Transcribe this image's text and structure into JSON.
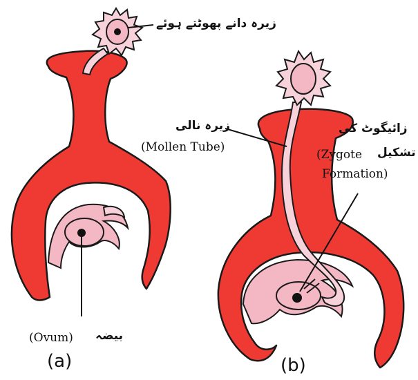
{
  "figure": {
    "panel_a": {
      "caption": "(a)",
      "pollen_label_urdu": "زیرہ دانے پھوٹتے ہوئے",
      "ovum_label_urdu": "بیضہ",
      "ovum_label_en": "(Ovum)"
    },
    "panel_b": {
      "caption": "(b)",
      "tube_label_urdu": "زیرہ نالی",
      "tube_label_en": "(Mollen Tube)",
      "zygote_label_urdu_1": "زائیگوٹ کی",
      "zygote_label_urdu_2": "تشکیل",
      "zygote_label_en_1": "(Zygote",
      "zygote_label_en_2": "Formation)"
    },
    "colors": {
      "ovary": "#ee3a33",
      "outline": "#1a1a1a",
      "pink": "#f4b8c4",
      "pink_light": "#f8d2da",
      "nucleus": "#111111"
    }
  }
}
